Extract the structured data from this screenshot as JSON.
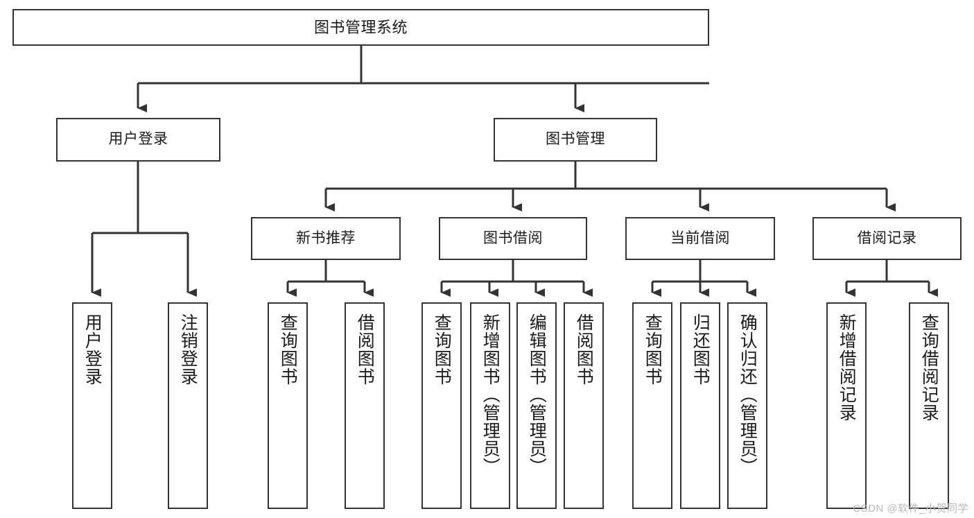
{
  "diagram": {
    "type": "hierarchy-tree",
    "title": "图书管理系统",
    "root": {
      "label": "图书管理系统"
    },
    "level2": [
      {
        "label": "用户登录"
      },
      {
        "label": "图书管理"
      }
    ],
    "level3": [
      {
        "label": "新书推荐"
      },
      {
        "label": "图书借阅"
      },
      {
        "label": "当前借阅"
      },
      {
        "label": "借阅记录"
      }
    ],
    "leaves": [
      {
        "label": "用户登录",
        "parent": "用户登录"
      },
      {
        "label": "注销登录",
        "parent": "用户登录"
      },
      {
        "label": "查询图书",
        "parent": "新书推荐"
      },
      {
        "label": "借阅图书",
        "parent": "新书推荐"
      },
      {
        "label": "查询图书",
        "parent": "图书借阅"
      },
      {
        "label": "新增图书（管理员）",
        "parent": "图书借阅"
      },
      {
        "label": "编辑图书（管理员）",
        "parent": "图书借阅"
      },
      {
        "label": "借阅图书",
        "parent": "图书借阅"
      },
      {
        "label": "查询图书",
        "parent": "当前借阅"
      },
      {
        "label": "归还图书",
        "parent": "当前借阅"
      },
      {
        "label": "确认归还（管理员）",
        "parent": "当前借阅"
      },
      {
        "label": "新增借阅记录",
        "parent": "借阅记录"
      },
      {
        "label": "查询借阅记录",
        "parent": "借阅记录"
      }
    ]
  },
  "watermark": {
    "text": "CSDN @软件_小贺同学"
  },
  "colors": {
    "stroke": "#333333",
    "text": "#1a1a1a",
    "background": "#ffffff",
    "watermark": "#b9b9b9"
  }
}
